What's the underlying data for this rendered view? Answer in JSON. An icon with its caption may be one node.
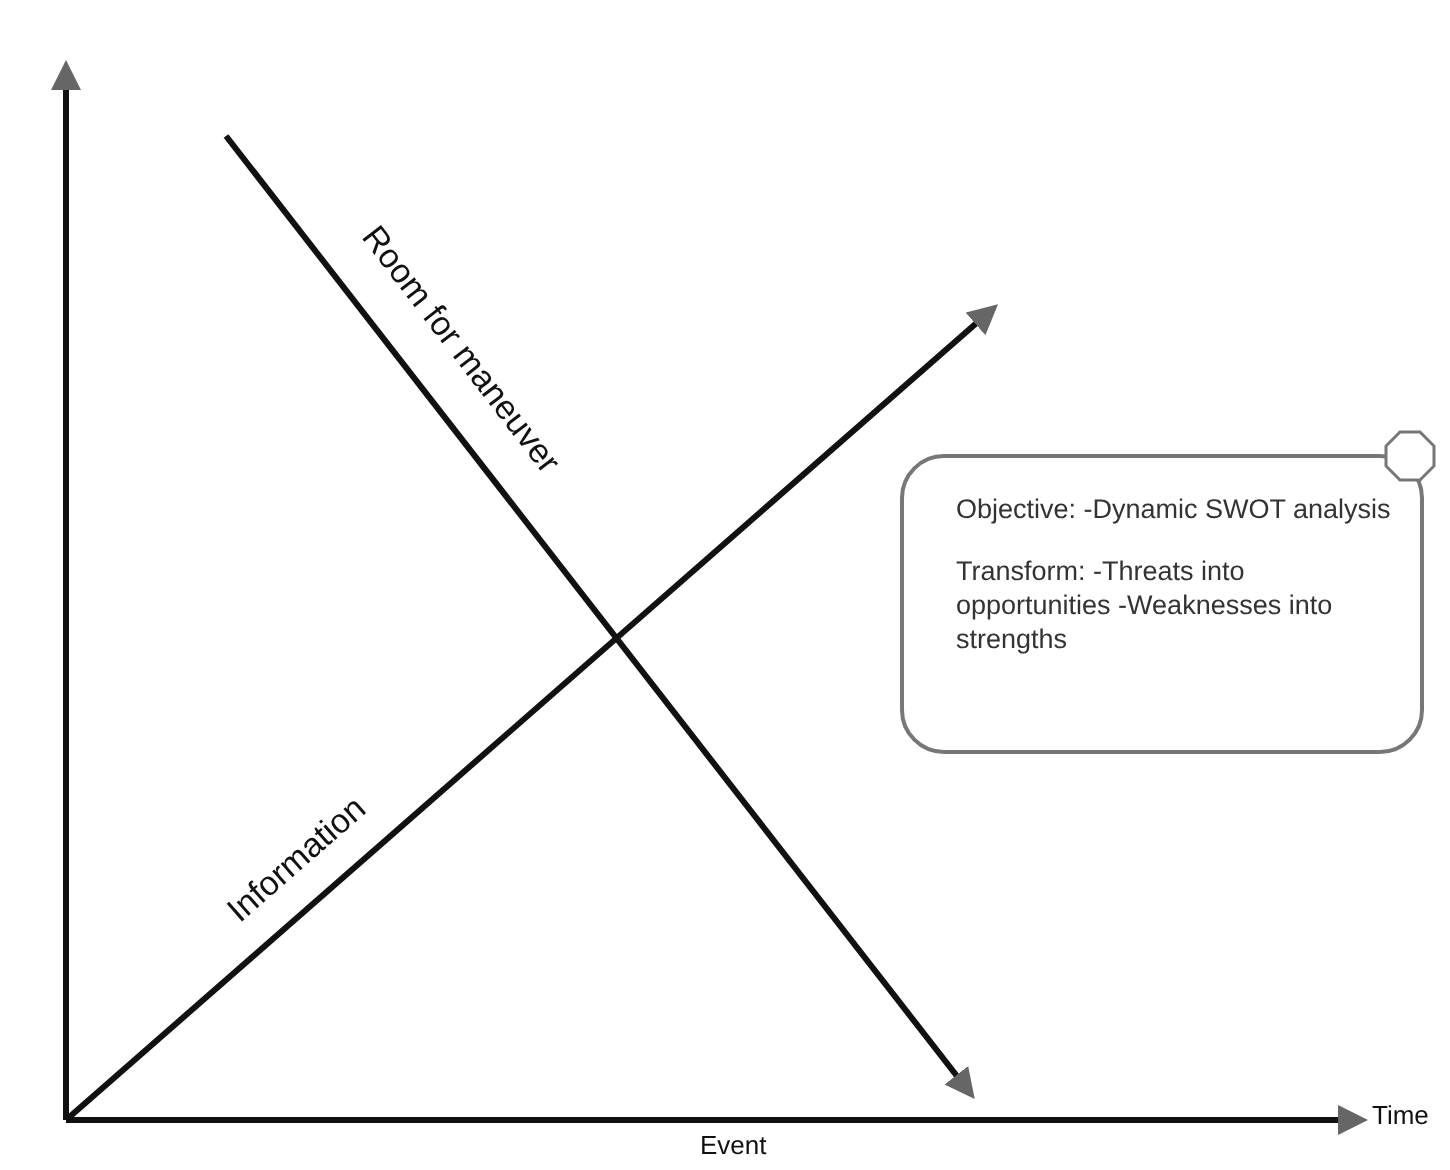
{
  "diagram": {
    "nodes": [
      {
        "text": [
          "Objective: -Dynamic SWOT analysis",
          "Transform: -Threats into opportunities -Weaknesses into strengths"
        ]
      }
    ],
    "edges": [],
    "labels": [
      "Room for maneuver",
      "Information",
      "Time",
      "Event"
    ]
  }
}
